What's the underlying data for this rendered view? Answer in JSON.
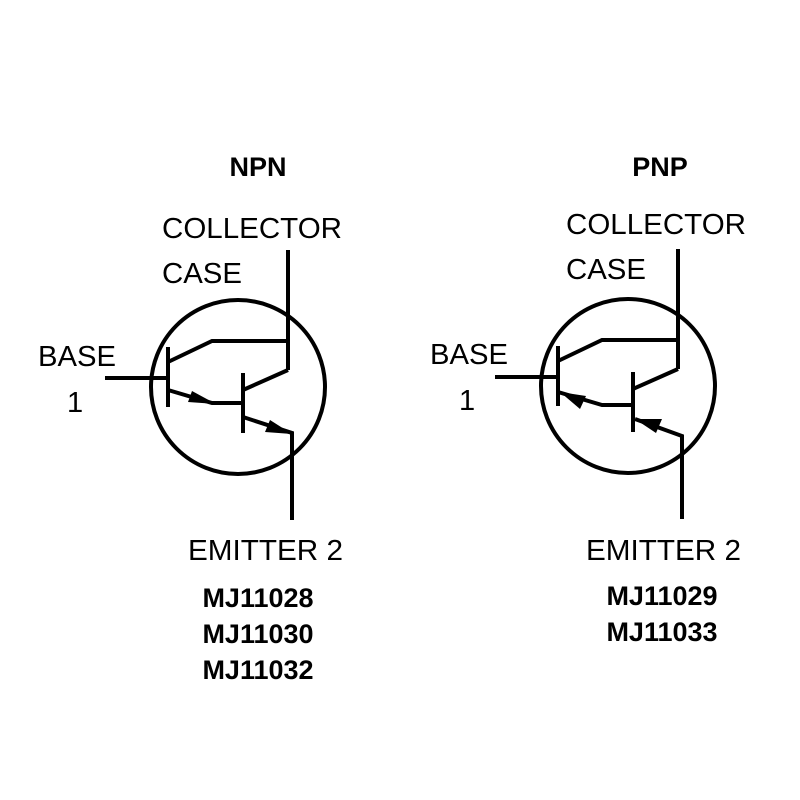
{
  "npn": {
    "title": "NPN",
    "collector": "COLLECTOR",
    "case": "CASE",
    "base": "BASE",
    "base_pin": "1",
    "emitter": "EMITTER 2",
    "parts": [
      "MJ11028",
      "MJ11030",
      "MJ11032"
    ]
  },
  "pnp": {
    "title": "PNP",
    "collector": "COLLECTOR",
    "case": "CASE",
    "base": "BASE",
    "base_pin": "1",
    "emitter": "EMITTER 2",
    "parts": [
      "MJ11029",
      "MJ11033"
    ]
  }
}
